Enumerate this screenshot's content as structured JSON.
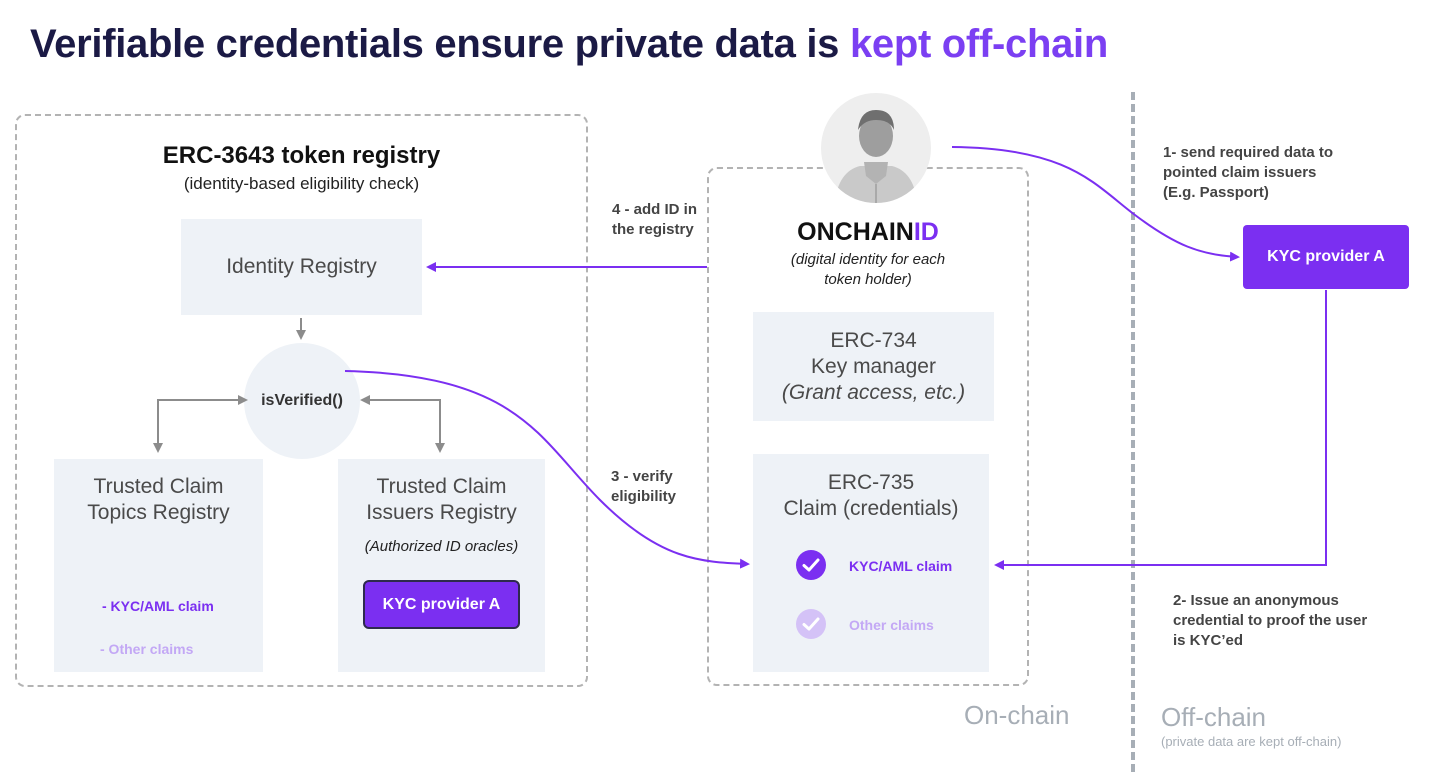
{
  "title": {
    "prefix": "Verifiable credentials ensure private data is",
    "highlight": "kept off-chain"
  },
  "token_registry": {
    "title": "ERC-3643 token registry",
    "subtitle": "(identity-based eligibility check)",
    "identity_registry": "Identity Registry",
    "is_verified": "isVerified()",
    "topics_registry": {
      "line1": "Trusted Claim",
      "line2": "Topics Registry",
      "claim1": "- KYC/AML claim",
      "claim2": "- Other claims"
    },
    "issuers_registry": {
      "line1": "Trusted Claim",
      "line2": "Issuers Registry",
      "note": "(Authorized ID oracles)",
      "provider_button": "KYC provider A"
    }
  },
  "onchainid": {
    "name_main": "ONCHAIN",
    "name_accent": "ID",
    "subtitle_line1": "(digital identity for each",
    "subtitle_line2": "token holder)",
    "erc734": {
      "line1": "ERC-734",
      "line2": "Key manager",
      "line3": "(Grant access, etc.)"
    },
    "erc735": {
      "line1": "ERC-735",
      "line2": "Claim (credentials)",
      "claim1": "KYC/AML claim",
      "claim2": "Other claims"
    }
  },
  "steps": {
    "step1": {
      "line1": "1- send required data to",
      "line2": "pointed claim issuers",
      "line3": "(E.g. Passport)"
    },
    "step2": {
      "line1": "2- Issue an anonymous",
      "line2": "credential  to proof the user",
      "line3": "is KYC’ed"
    },
    "step3": {
      "line1": "3 - verify",
      "line2": "eligibility"
    },
    "step4": {
      "line1": "4 - add ID in",
      "line2": "the registry"
    }
  },
  "kyc_provider_offchain": "KYC provider A",
  "zones": {
    "onchain": "On-chain",
    "offchain": "Off-chain",
    "offchain_sub": "(private data are kept off-chain)"
  },
  "colors": {
    "accent": "#7b2ff1",
    "title": "#1b1a45",
    "panel": "#eef2f7",
    "muted": "#a7aeb6"
  }
}
